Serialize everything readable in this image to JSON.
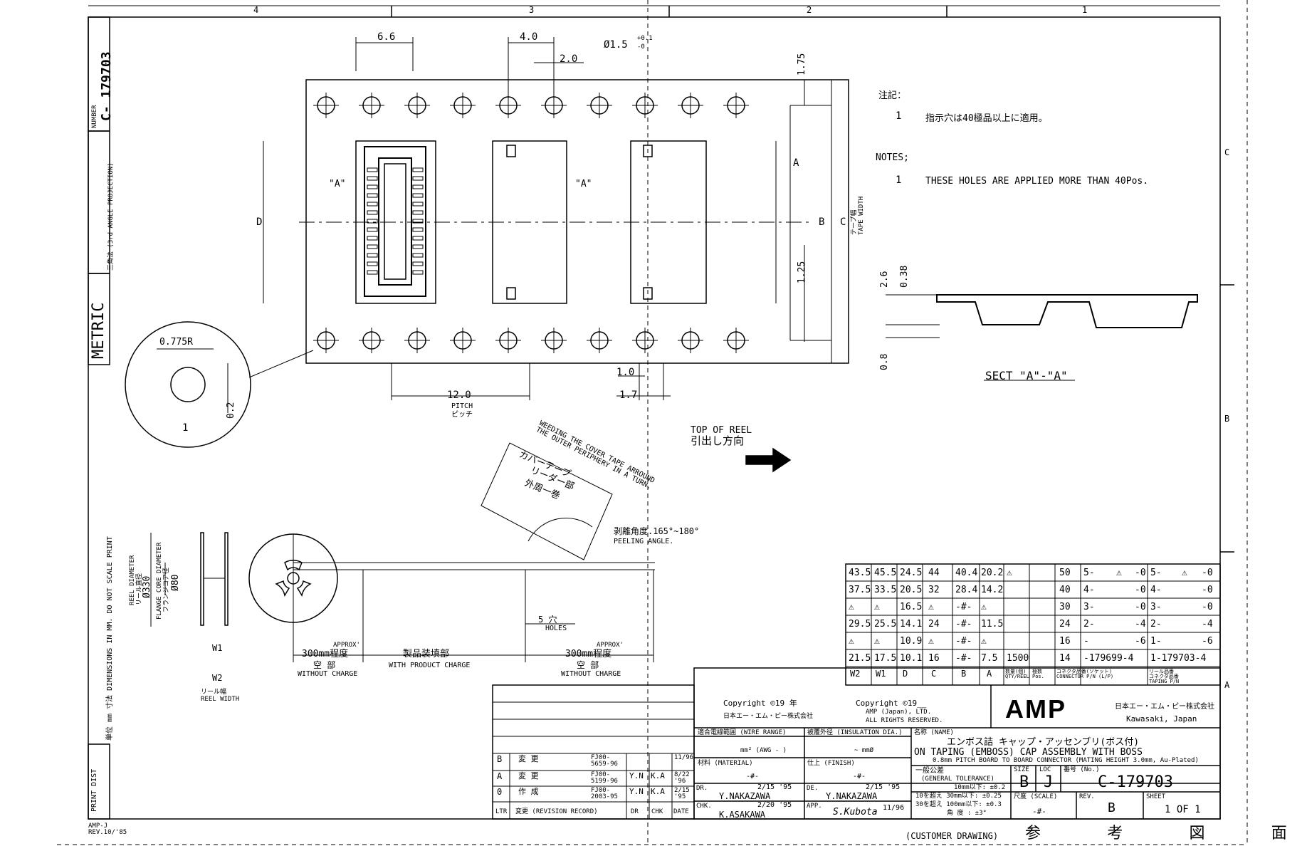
{
  "border_zones": {
    "top": [
      "4",
      "3",
      "2",
      "1"
    ],
    "right": [
      "C",
      "B",
      "A"
    ]
  },
  "sidebar": {
    "number_label": "NUMBER",
    "number": "C- 179703",
    "projection": "三角法 (3rd ANGLE PROJECTION)",
    "metric": "METRIC",
    "dimensions_note": "単位 mm 寸法 DIMENSIONS IN MM. DO NOT SCALE PRINT",
    "print_dist": "PRINT DIST",
    "form_code": "AMP-J\nREV.10/'85"
  },
  "tape_view": {
    "dims": {
      "d_6_6": "6.6",
      "d_4_0": "4.0",
      "d_2_0": "2.0",
      "d_hole": "Ø1.5",
      "d_hole_tol_plus": "+0.1",
      "d_hole_tol_minus": "-0",
      "d_1_75": "1.75",
      "d_1_25": "1.25",
      "d_12_0": "12.0",
      "pitch_en": "PITCH",
      "pitch_ja": "ピッチ",
      "d_1_0": "1.0",
      "d_1_7": "1.7",
      "A": "A",
      "B": "B",
      "C": "C",
      "D": "D",
      "tape_width_ja": "テープ幅",
      "tape_width_en": "TAPE WIDTH"
    },
    "section_marker": "\"A\""
  },
  "detail": {
    "radius": "0.775R",
    "dim": "0.2"
  },
  "notes": {
    "ja_title": "注記：",
    "ja_text": "指示穴は40極品以上に適用。",
    "en_title": "NOTES;",
    "en_text": "THESE HOLES ARE APPLIED MORE THAN 40Pos.",
    "warning_glyph": "1"
  },
  "section": {
    "d_2_6": "2.6",
    "d_0_38": "0.38",
    "d_0_8": "0.8",
    "title": "SECT \"A\"-\"A\""
  },
  "reel": {
    "top_of_reel_en": "TOP OF REEL",
    "top_of_reel_ja": "引出し方向",
    "weeding_en": "WEEDING THE COVER TAPE ARROUND THE OUTER PERIPHERY IN A TURN.",
    "weeding_ja1": "カバーテープ",
    "weeding_ja2": "リーダー部",
    "weeding_ja3": "外周一巻",
    "peeling_ja": "剥離角度.165°~180°",
    "peeling_en": "PEELING ANGLE.",
    "holes_ja": "5 穴",
    "holes_en": "HOLES",
    "approx1": "APPROX'",
    "approx1_len": "300mm程度",
    "empty_ja": "空 部",
    "without_charge": "WITHOUT CHARGE",
    "product_ja": "製品装填部",
    "with_product": "WITH PRODUCT CHARGE",
    "approx2": "APPROX'",
    "approx2_len": "300mm程度",
    "reel_dia_en": "REEL DIAMETER",
    "reel_dia_ja": "リール直径",
    "reel_dia": "Ø330",
    "flange_en": "FLANGE CORE DIAMETER",
    "flange_ja": "フランジコア径",
    "flange_dia": "Ø80",
    "w1": "W1",
    "w2": "W2",
    "reel_width_ja": "リール幅",
    "reel_width_en": "REEL WIDTH"
  },
  "config_table": {
    "rows": [
      [
        "43.5",
        "45.5",
        "24.5",
        "44",
        "40.4",
        "20.2",
        "⚠",
        "",
        "50",
        "5-",
        "⚠",
        "-0",
        "5-",
        "⚠",
        "-0"
      ],
      [
        "37.5",
        "33.5",
        "20.5",
        "32",
        "28.4",
        "14.2",
        "",
        "",
        "40",
        "4-",
        "",
        "-0",
        "4-",
        "",
        "-0"
      ],
      [
        "⚠",
        "⚠",
        "16.5",
        "⚠",
        "-#-",
        "⚠",
        "",
        "",
        "30",
        "3-",
        "",
        "-0",
        "3-",
        "",
        "-0"
      ],
      [
        "29.5",
        "25.5",
        "14.1",
        "24",
        "-#-",
        "11.5",
        "",
        "",
        "24",
        "2-",
        "",
        "-4",
        "2-",
        "",
        "-4"
      ],
      [
        "⚠",
        "⚠",
        "10.9",
        "⚠",
        "-#-",
        "⚠",
        "",
        "",
        "16",
        "-",
        "",
        "-6",
        "1-",
        "",
        "-6"
      ],
      [
        "21.5",
        "17.5",
        "10.1",
        "16",
        "-#-",
        "7.5",
        "1500",
        "",
        "14",
        "-179699-4",
        "",
        "",
        "1-179703-4",
        "",
        ""
      ]
    ],
    "headers": [
      "W2",
      "W1",
      "D",
      "C",
      "B",
      "A",
      "数量(個)\nQTY/REEL",
      "極数\nPos.",
      "コネクタ品番(ソケット)\nCONNECTOR P/N (L/P)",
      "リール品番\nコネクタ品番\nTAPING P/N"
    ]
  },
  "revisions": {
    "rows": [
      {
        "ltr": "B",
        "ja": "変 更",
        "ecn": "FJ00-\n5659-96",
        "dr": "",
        "chk": "",
        "date": "11/96"
      },
      {
        "ltr": "A",
        "ja": "変 更",
        "ecn": "FJ00-\n5199-96",
        "dr": "Y.N",
        "chk": "K.A",
        "date": "8/22\n'96"
      },
      {
        "ltr": "0",
        "ja": "作 成",
        "ecn": "FJ00-\n2003-95",
        "dr": "Y.N",
        "chk": "K.A",
        "date": "2/15\n'95"
      }
    ],
    "headers": {
      "ltr": "LTR",
      "record": "変更 (REVISION RECORD)",
      "dr": "DR",
      "chk": "CHK",
      "date": "DATE"
    }
  },
  "title_block": {
    "copyright1": "Copyright ©19 年",
    "copyright1_sub": "日本エー・エム・ピー株式会社",
    "copyright2": "Copyright ©19__",
    "copyright2_sub1": "AMP (Japan), LTD.",
    "copyright2_sub2": "ALL RIGHTS RESERVED.",
    "company_logo": "AMP",
    "company_ja": "日本エー・エム・ピー株式会社",
    "company_loc": "Kawasaki, Japan",
    "wire_range": "適合電線範囲 (WIRE RANGE)",
    "wire_unit": "mm² (AWG - )",
    "insulation": "被覆外径 (INSULATION DIA.)",
    "insulation_unit": "~ mmØ",
    "material": "材料 (MATERIAL)",
    "material_val": "-#-",
    "finish": "仕上 (FINISH)",
    "finish_val": "-#-",
    "name_label": "名称 (NAME)",
    "name_ja": "エンボス詰 キャップ・アッセンブリ(ボス付)",
    "name_en1": "ON TAPING (EMBOSS) CAP ASSEMBLY WITH BOSS",
    "name_en2": "0.8mm PITCH BOARD TO BOARD CONNECTOR (MATING HEIGHT 3.0mm, Au-Plated)",
    "tol_title": "一般公差",
    "tol_sub": "(GENERAL TOLERANCE)",
    "tol1": "10mm以下: ±0.2",
    "tol2": "10を超え 30mm以下: ±0.25",
    "tol3": "30を超え 100mm以下: ±0.3",
    "tol4": "角 度 : ±3°",
    "size_label": "SIZE",
    "size": "B",
    "loc_label": "LOC",
    "loc": "J",
    "no_label": "番号 (No.)",
    "no": "C-179703",
    "scale_label": "尺度 (SCALE)",
    "scale": "-#-",
    "rev_label": "REV.",
    "rev": "B",
    "sheet_label": "SHEET",
    "sheet": "1 OF 1",
    "dr_label": "DR.",
    "dr_date": "2/15 '95",
    "dr_name": "Y.NAKAZAWA",
    "de_label": "DE.",
    "de_date": "2/15 '95",
    "de_name": "Y.NAKAZAWA",
    "chk_label": "CHK.",
    "chk_date": "2/20 '95",
    "chk_name": "K.ASAKAWA",
    "app_label": "APP.",
    "app_name": "S.Kubota",
    "app_date": "11/96",
    "customer_drawing": "(CUSTOMER DRAWING)",
    "customer_drawing_ja": "参 考 図 面"
  }
}
